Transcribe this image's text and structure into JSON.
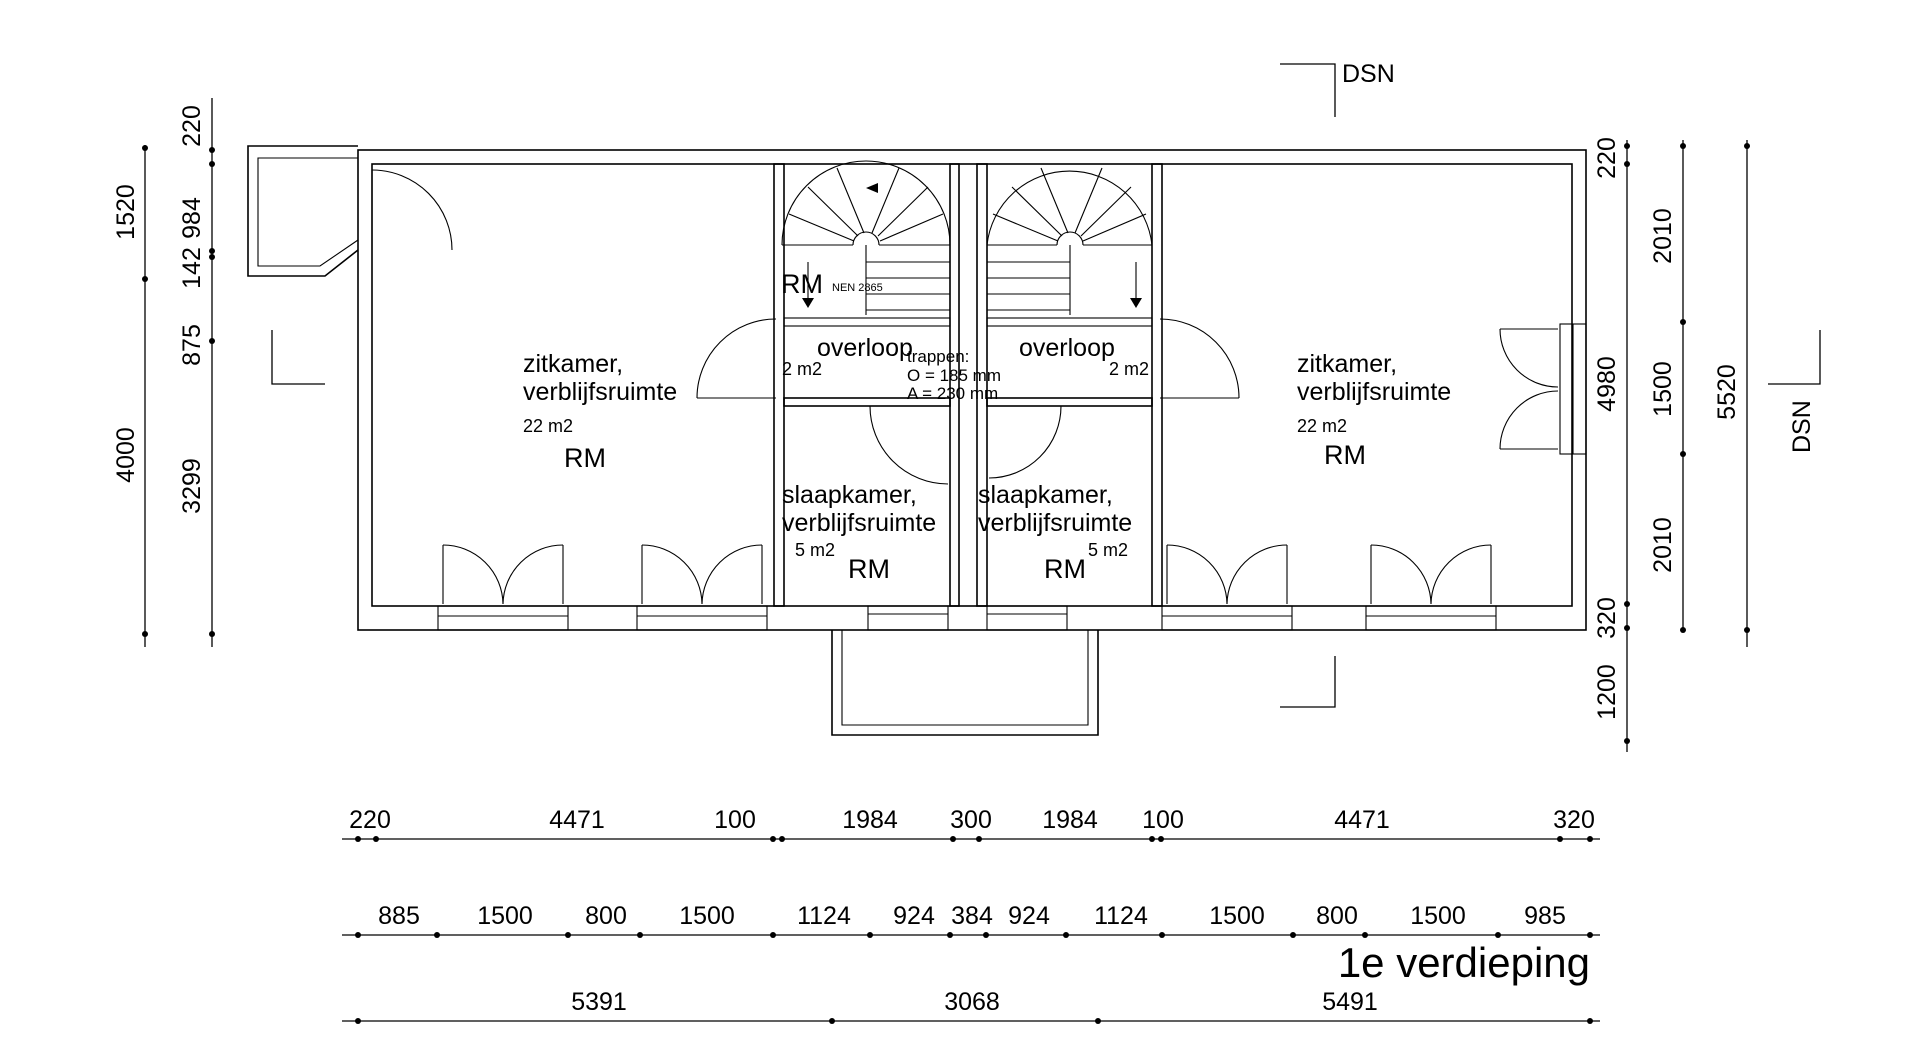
{
  "plan": {
    "title": "1e verdieping",
    "section_marker": "DSN",
    "rooms": {
      "left_living": {
        "name_line1": "zitkamer,",
        "name_line2": "verblijfsruimte",
        "area": "22 m2",
        "code": "RM"
      },
      "right_living": {
        "name_line1": "zitkamer,",
        "name_line2": "verblijfsruimte",
        "area": "22 m2",
        "code": "RM"
      },
      "left_landing": {
        "name": "overloop",
        "area": "2 m2"
      },
      "right_landing": {
        "name": "overloop",
        "area": "2 m2"
      },
      "left_bedroom": {
        "name_line1": "slaapkamer,",
        "name_line2": "verblijfsruimte",
        "area": "5 m2",
        "code": "RM"
      },
      "right_bedroom": {
        "name_line1": "slaapkamer,",
        "name_line2": "verblijfsruimte",
        "area": "5 m2",
        "code": "RM"
      }
    },
    "stair_note": {
      "code": "RM",
      "norm": "NEN 2865",
      "heading": "trappen:",
      "rise": "O = 185 mm",
      "tread": "A = 230 mm"
    },
    "left_dims": {
      "outer": [
        "1520",
        "4000"
      ],
      "inner": [
        "220",
        "984",
        "142",
        "875",
        "3299"
      ]
    },
    "right_dims": {
      "inner": [
        "220",
        "4980",
        "320",
        "1200"
      ],
      "middle": [
        "2010",
        "1500",
        "2010"
      ],
      "outer": [
        "5520"
      ]
    },
    "bottom_dims": {
      "row1": [
        "220",
        "4471",
        "100",
        "1984",
        "300",
        "1984",
        "100",
        "4471",
        "320"
      ],
      "row2": [
        "885",
        "1500",
        "800",
        "1500",
        "1124",
        "924",
        "384",
        "924",
        "1124",
        "1500",
        "800",
        "1500",
        "985"
      ],
      "row3": [
        "5391",
        "3068",
        "5491"
      ]
    }
  }
}
